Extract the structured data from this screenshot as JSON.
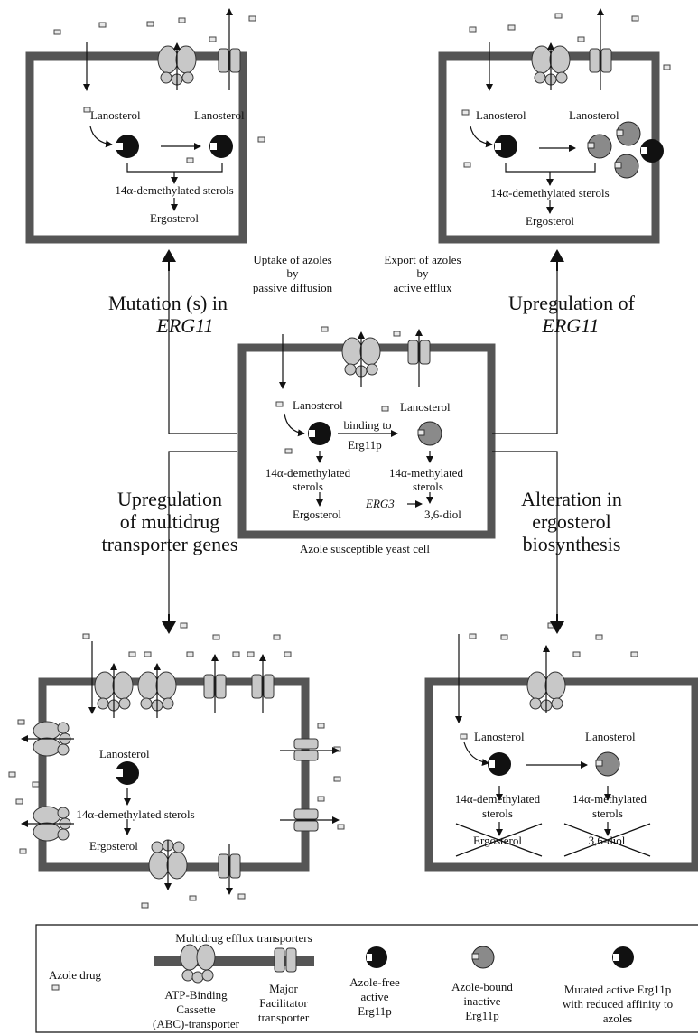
{
  "labels": {
    "lanosterol": "Lanosterol",
    "demethylated_sterols": "14α-demethylated sterols",
    "demethylated_line1": "14α-demethylated",
    "sterols": "sterols",
    "methylated_line1": "14α-methylated",
    "ergosterol": "Ergosterol",
    "diol": "3,6-diol",
    "erg3": "ERG3",
    "binding_to": "binding to",
    "erg11p": "Erg11p"
  },
  "center_captions": {
    "uptake": [
      "Uptake of azoles",
      "by",
      "passive diffusion"
    ],
    "export": [
      "Export of azoles",
      "by",
      "active efflux"
    ],
    "cell_caption": "Azole susceptible yeast cell"
  },
  "mechanisms": {
    "mutation": {
      "line1": "Mutation (s) in",
      "gene": "ERG11"
    },
    "upregulation_erg11": {
      "line1": "Upregulation   of",
      "gene": "ERG11"
    },
    "multidrug": [
      "Upregulation",
      "of multidrug",
      "transporter genes"
    ],
    "alteration": [
      "Alteration  in",
      "ergosterol",
      "biosynthesis"
    ]
  },
  "legend": {
    "title": "Multidrug efflux transporters",
    "azole_drug": "Azole drug",
    "abc": [
      "ATP-Binding",
      "Cassette",
      "(ABC)-transporter"
    ],
    "mf": [
      "Major",
      "Facilitator",
      "transporter"
    ],
    "azole_free": [
      "Azole-free",
      "active",
      "Erg11p"
    ],
    "azole_bound": [
      "Azole-bound",
      "inactive",
      "Erg11p"
    ],
    "mutated": [
      "Mutated active  Erg11p",
      "with reduced affinity to",
      "azoles"
    ]
  }
}
